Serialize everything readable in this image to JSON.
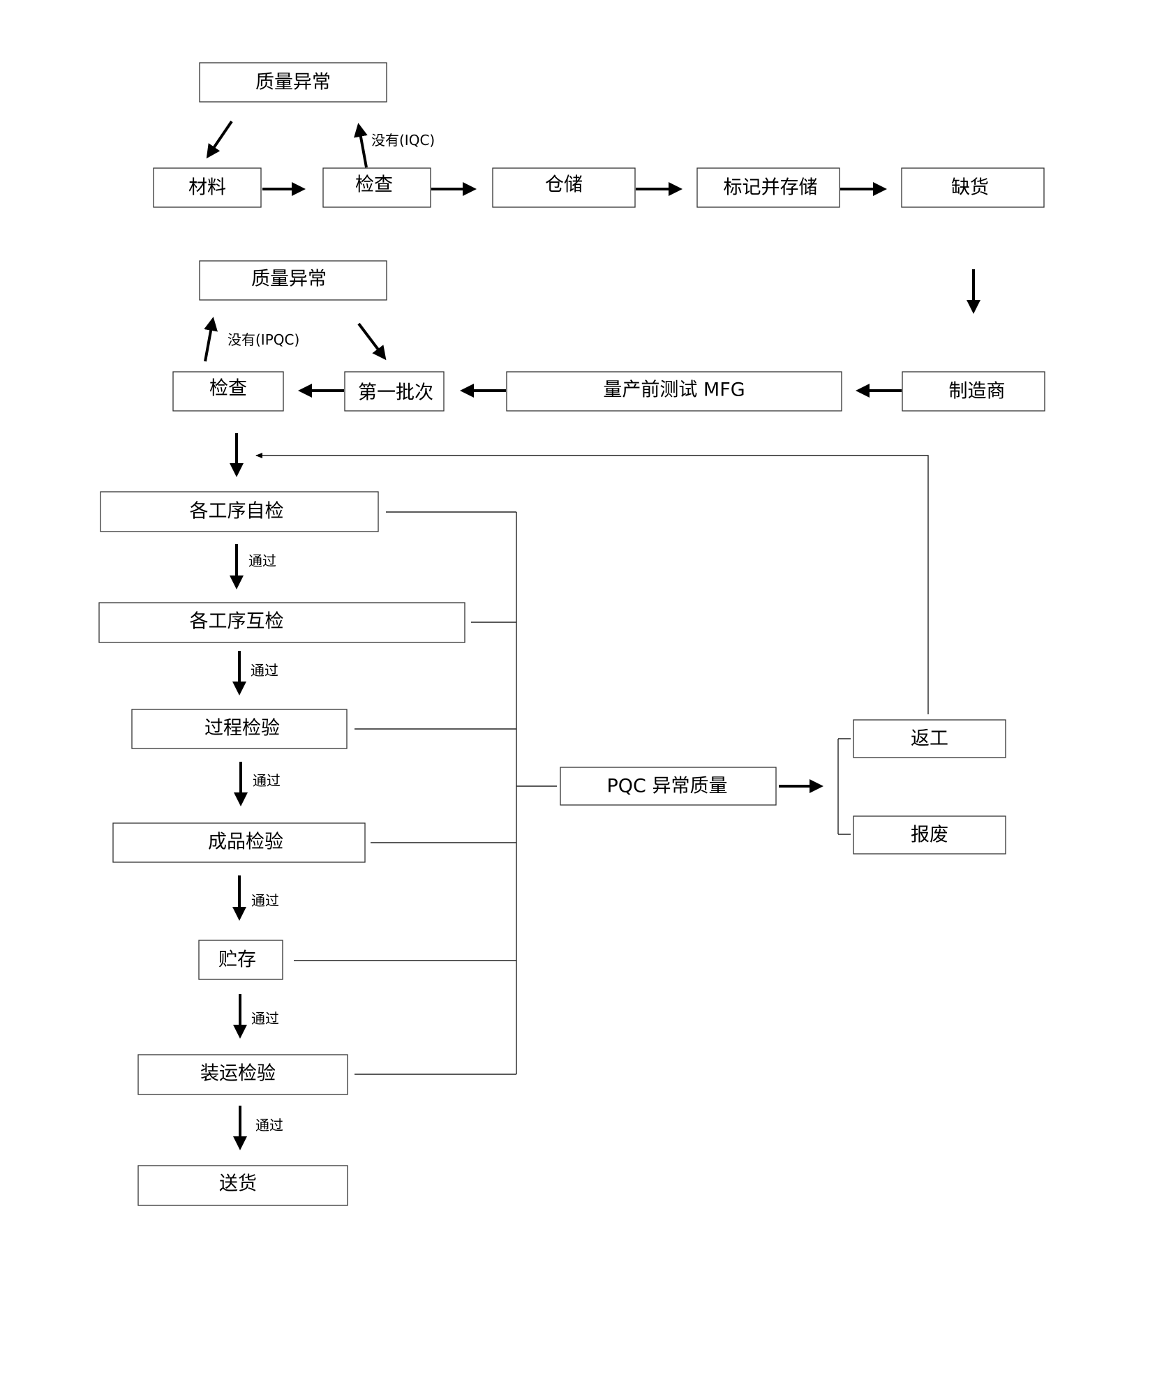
{
  "boxes": {
    "qa_top": "质量异常",
    "material": "材料",
    "inspect_top": "检查",
    "warehouse": "仓储",
    "mark_store": "标记并存储",
    "shortage": "缺货",
    "qa_mid": "质量异常",
    "inspect_mid": "检查",
    "first_batch": "第一批次",
    "pre_mfg": "量产前测试 MFG",
    "manufacturer": "制造商",
    "self_check": "各工序自检",
    "mutual_check": "各工序互检",
    "process_insp": "过程检验",
    "final_insp": "成品检验",
    "storage": "贮存",
    "ship_insp": "装运检验",
    "delivery": "送货",
    "pqc": "PQC 异常质量",
    "rework": "返工",
    "scrap": "报废"
  },
  "notes": {
    "no_iqc": "没有(IQC)",
    "no_ipqc": "没有(IPQC)",
    "pass": "通过"
  }
}
